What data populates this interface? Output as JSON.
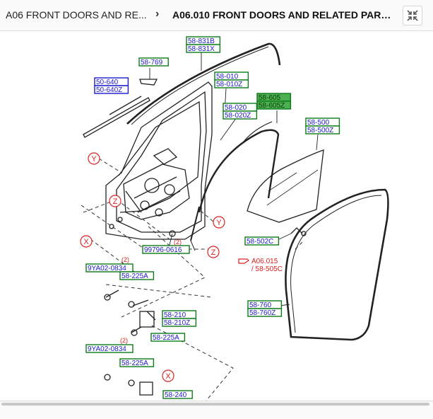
{
  "breadcrumb": {
    "parent": "A06 FRONT DOORS AND RE...",
    "separator": "›",
    "current": "A06.010 FRONT DOORS AND RELATED PART..."
  },
  "toolbar": {
    "collapse_icon": "collapse-arrows-icon"
  },
  "colors": {
    "green_box": "#0a7a1a",
    "blue_text": "#1a1acc",
    "red_mark": "#e02020",
    "green_fill": "#4caf50",
    "line": "#222222"
  },
  "diagram": {
    "part_labels": [
      {
        "id": "l_58831",
        "lines": [
          "58-831B",
          "58-831X"
        ],
        "style": "green"
      },
      {
        "id": "l_58769",
        "lines": [
          "58-769"
        ],
        "style": "green"
      },
      {
        "id": "l_50640",
        "lines": [
          "50-640",
          "50-640Z"
        ],
        "style": "blue"
      },
      {
        "id": "l_58010",
        "lines": [
          "58-010",
          "58-010Z"
        ],
        "style": "green"
      },
      {
        "id": "l_58020",
        "lines": [
          "58-020",
          "58-020Z"
        ],
        "style": "green"
      },
      {
        "id": "l_58605",
        "lines": [
          "58-605",
          "58-605Z"
        ],
        "style": "green-filled"
      },
      {
        "id": "l_58500",
        "lines": [
          "58-500",
          "58-500Z"
        ],
        "style": "green"
      },
      {
        "id": "l_58502",
        "lines": [
          "58-502C"
        ],
        "style": "green"
      },
      {
        "id": "l_99796",
        "lines": [
          "99796-0616"
        ],
        "style": "green"
      },
      {
        "id": "l_9ya1",
        "lines": [
          "9YA02-0834"
        ],
        "style": "green"
      },
      {
        "id": "l_58225a1",
        "lines": [
          "58-225A"
        ],
        "style": "green"
      },
      {
        "id": "l_58210",
        "lines": [
          "58-210",
          "58-210Z"
        ],
        "style": "green"
      },
      {
        "id": "l_58225a2",
        "lines": [
          "58-225A"
        ],
        "style": "green"
      },
      {
        "id": "l_9ya2",
        "lines": [
          "9YA02-0834"
        ],
        "style": "green"
      },
      {
        "id": "l_58225a3",
        "lines": [
          "58-225A"
        ],
        "style": "green"
      },
      {
        "id": "l_58760",
        "lines": [
          "58-760",
          "58-760Z"
        ],
        "style": "green"
      },
      {
        "id": "l_58240",
        "lines": [
          "58-240"
        ],
        "style": "green"
      }
    ],
    "quantity_marks": [
      "(2)",
      "(2)",
      "(2)"
    ],
    "reference": {
      "line1": "A06.015",
      "line2": "/ 58-505C"
    },
    "section_markers": [
      "Y",
      "Z",
      "X",
      "Y",
      "Z",
      "X"
    ]
  }
}
